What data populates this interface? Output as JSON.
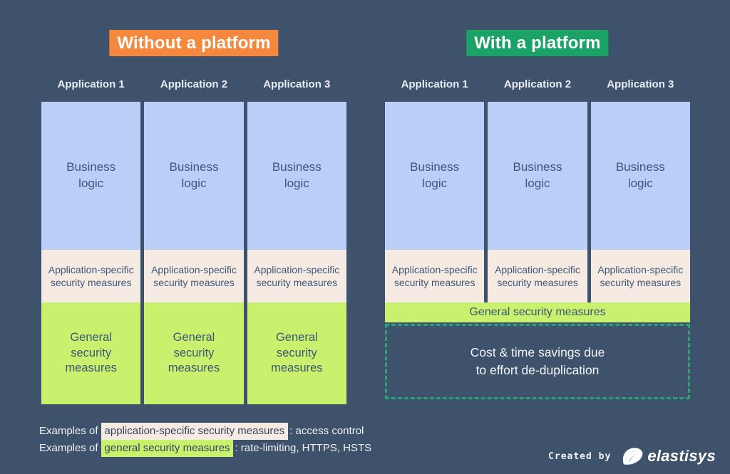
{
  "colors": {
    "background": "#3e526b",
    "without_accent": "#f6883e",
    "with_accent": "#1ba266",
    "business_logic_fill": "#b9cff8",
    "app_specific_fill": "#f5ebe3",
    "general_fill": "#c9f16e",
    "savings_border": "#2ba178",
    "box_text": "#3e5677"
  },
  "without_platform": {
    "title": "Without a platform",
    "apps": [
      "Application 1",
      "Application 2",
      "Application 3"
    ],
    "business_logic": "Business logic",
    "app_specific": "Application-specific security measures",
    "general": "General security measures"
  },
  "with_platform": {
    "title": "With a platform",
    "apps": [
      "Application 1",
      "Application 2",
      "Application 3"
    ],
    "business_logic": "Business logic",
    "app_specific": "Application-specific security measures",
    "general_bar": "General security measures",
    "savings_lines": [
      "Cost & time savings due",
      "to effort de-duplication"
    ]
  },
  "examples": [
    {
      "prefix": "Examples of",
      "highlight": "application-specific security measures",
      "suffix": ": access control"
    },
    {
      "prefix": "Examples of",
      "highlight": "general security measures",
      "suffix": ": rate-limiting, HTTPS, HSTS"
    }
  ],
  "footer": {
    "created_by": "Created by",
    "brand": "elastisys"
  }
}
